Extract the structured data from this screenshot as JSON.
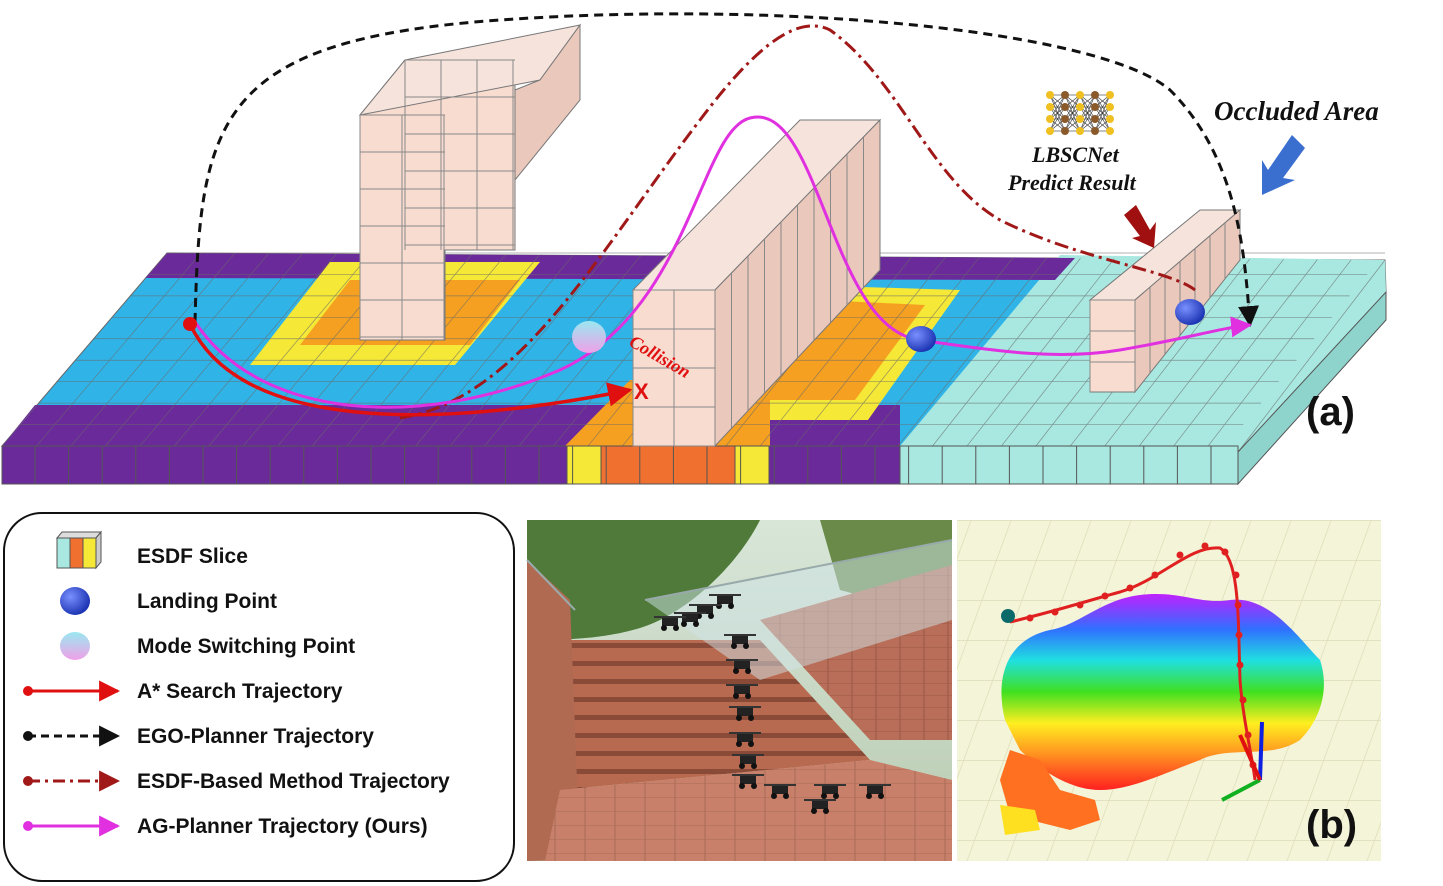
{
  "figure": {
    "panel_a_label": "(a)",
    "panel_b_label": "(b)",
    "occluded_area_label": "Occluded  Area",
    "lbscnet_line1": "LBSCNet",
    "lbscnet_line2": "Predict Result",
    "collision_label": "Collision",
    "collision_marker": "X"
  },
  "legend": {
    "items": [
      {
        "label": "ESDF Slice",
        "icon": "esdf-slice-icon"
      },
      {
        "label": "Landing Point",
        "icon": "landing-point-icon"
      },
      {
        "label": "Mode Switching Point",
        "icon": "mode-switching-point-icon"
      },
      {
        "label": "A* Search Trajectory",
        "icon": "astar-trajectory-icon"
      },
      {
        "label": "EGO-Planner Trajectory",
        "icon": "ego-planner-trajectory-icon"
      },
      {
        "label": "ESDF-Based Method Trajectory",
        "icon": "esdf-based-trajectory-icon"
      },
      {
        "label": "AG-Planner Trajectory (Ours)",
        "icon": "ag-planner-trajectory-icon"
      }
    ]
  },
  "colors": {
    "purple": "#6a2a9a",
    "blue": "#30b4e8",
    "yellow": "#f5e836",
    "orange": "#f5a020",
    "dark_orange": "#f07030",
    "cyan": "#a8e8e0",
    "wall": "#f8dcd0",
    "astar": "#e01010",
    "ego": "#111111",
    "esdf_method": "#a01818",
    "ag_planner": "#e030e0",
    "landing": "#3050d0"
  }
}
